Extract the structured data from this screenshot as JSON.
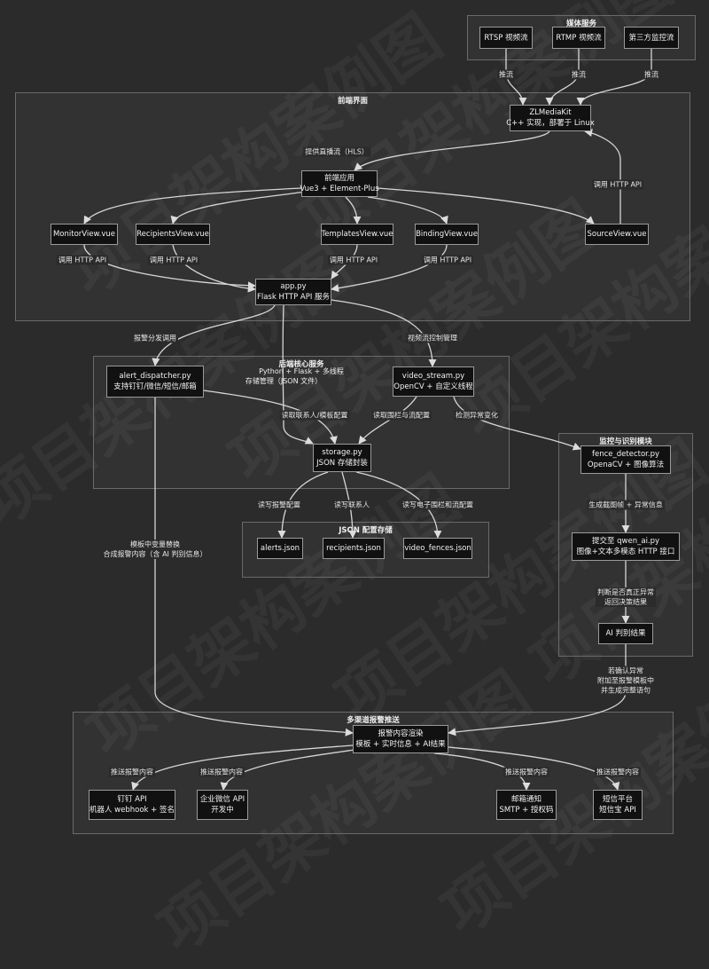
{
  "clusters": {
    "media": "媒体服务",
    "frontend": "前端界面",
    "backend": "后端核心服务",
    "backend_desc": [
      "Python + Flask + 多线程",
      "存储管理（JSON 文件）"
    ],
    "monitor": "监控与识别模块",
    "json": "JSON 配置存储",
    "alert": "多渠道报警推送"
  },
  "nodes": {
    "rtsp": [
      "RTSP 视频流"
    ],
    "rtmp": [
      "RTMP 视频流"
    ],
    "third": [
      "第三方监控流"
    ],
    "zlm": [
      "ZLMediaKit",
      "C++ 实现，部署于 Linux"
    ],
    "fe": [
      "前端应用",
      "Vue3 + Element-Plus"
    ],
    "monitor_view": [
      "MonitorView.vue"
    ],
    "recipients_view": [
      "RecipientsView.vue"
    ],
    "templates_view": [
      "TemplatesView.vue"
    ],
    "binding_view": [
      "BindingView.vue"
    ],
    "source_view": [
      "SourceView.vue"
    ],
    "app": [
      "app.py",
      "Flask HTTP API 服务"
    ],
    "alert_disp": [
      "alert_dispatcher.py",
      "支持钉钉/微信/短信/邮箱"
    ],
    "video_stream": [
      "video_stream.py",
      "OpenCV + 自定义线程"
    ],
    "storage": [
      "storage.py",
      "JSON 存储封装"
    ],
    "fence": [
      "fence_detector.py",
      "OpenaCV + 图像算法"
    ],
    "qwen": [
      "提交至 qwen_ai.py",
      "图像+文本多模态 HTTP 接口"
    ],
    "ai_result": [
      "AI 判别结果"
    ],
    "alerts_json": [
      "alerts.json"
    ],
    "recipients_json": [
      "recipients.json"
    ],
    "fences_json": [
      "video_fences.json"
    ],
    "render": [
      "报警内容渲染",
      "模板 + 实时信息 + AI结果"
    ],
    "dingtalk": [
      "钉钉 API",
      "机器人 webhook + 签名"
    ],
    "wecom": [
      "企业微信 API",
      "开发中"
    ],
    "email": [
      "邮箱通知",
      "SMTP + 授权码"
    ],
    "sms": [
      "短信平台",
      "短信宝 API"
    ]
  },
  "edge_labels": {
    "push1": [
      "推流"
    ],
    "push2": [
      "推流"
    ],
    "push3": [
      "推流"
    ],
    "hls": [
      "提供直播流（HLS）"
    ],
    "src_api": [
      "调用 HTTP API"
    ],
    "mon_api": [
      "调用 HTTP API"
    ],
    "rec_api": [
      "调用 HTTP API"
    ],
    "tpl_api": [
      "调用 HTTP API"
    ],
    "bind_api": [
      "调用 HTTP API"
    ],
    "dispatch": [
      "报警分发调用"
    ],
    "vs_ctrl": [
      "视频流控制管理"
    ],
    "read_rec": [
      "读取联系人/模板配置"
    ],
    "read_fence": [
      "读取围栏与流配置"
    ],
    "detect": [
      "检测异常变化"
    ],
    "rw_alert": [
      "读写报警配置"
    ],
    "rw_rec": [
      "读写联系人"
    ],
    "rw_fence": [
      "读写电子围栏和流配置"
    ],
    "frame": [
      "生成截图帧 + 异常信息"
    ],
    "judge": [
      "判断是否真正异常",
      "返回决策结果"
    ],
    "confirm": [
      "若确认异常",
      "附加至报警模板中",
      "并生成完整语句"
    ],
    "tpl_replace": [
      "模板中变量替换",
      "合成报警内容（含 AI 判别信息）"
    ],
    "push_ding": [
      "推送报警内容"
    ],
    "push_wecom": [
      "推送报警内容"
    ],
    "push_email": [
      "推送报警内容"
    ],
    "push_sms": [
      "推送报警内容"
    ]
  },
  "watermark": "项目架构案例图"
}
